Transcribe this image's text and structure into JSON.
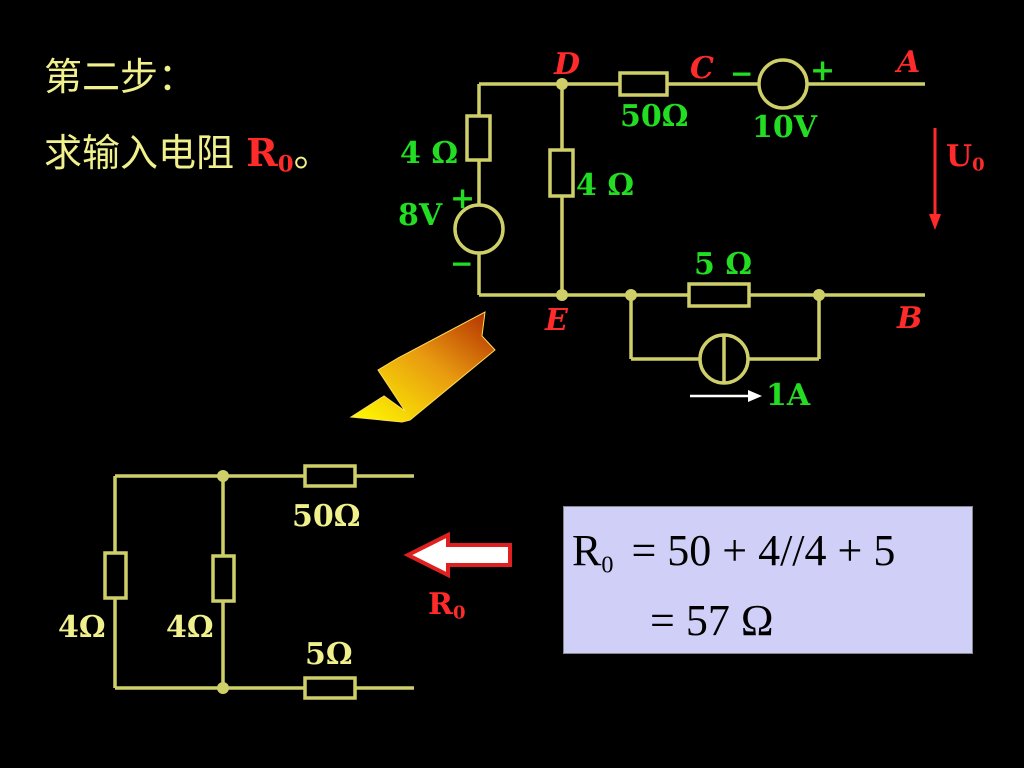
{
  "heading": {
    "step": "第二步：",
    "task": "求输入电阻 ",
    "task_sym": "R",
    "task_sub": "0",
    "task_end": "。"
  },
  "top_circuit": {
    "nodes": {
      "D": "D",
      "C": "C",
      "A": "A",
      "E": "E",
      "B": "B"
    },
    "r50": "50Ω",
    "r4_left": "4 Ω",
    "r4_mid": "4 Ω",
    "r5": "5 Ω",
    "src8v": "8V",
    "src10v": "10V",
    "src1a": "1A",
    "plus": "+",
    "minus": "−",
    "u0": "U",
    "u0_sub": "0"
  },
  "bottom_circuit": {
    "r50": "50Ω",
    "r4_left": "4Ω",
    "r4_mid": "4Ω",
    "r5": "5Ω",
    "r0": "R",
    "r0_sub": "0"
  },
  "formula": {
    "line1_lhs": "R",
    "line1_sub": "0",
    "line1_rhs": "= 50 + 4//4 + 5",
    "line2": "= 57 Ω"
  },
  "colors": {
    "wire": "#cfcf6a",
    "label_red": "#ff2a2a",
    "label_green": "#22dd22",
    "heading_yellow": "#f0f08c",
    "formula_bg": "#cfcff7"
  }
}
